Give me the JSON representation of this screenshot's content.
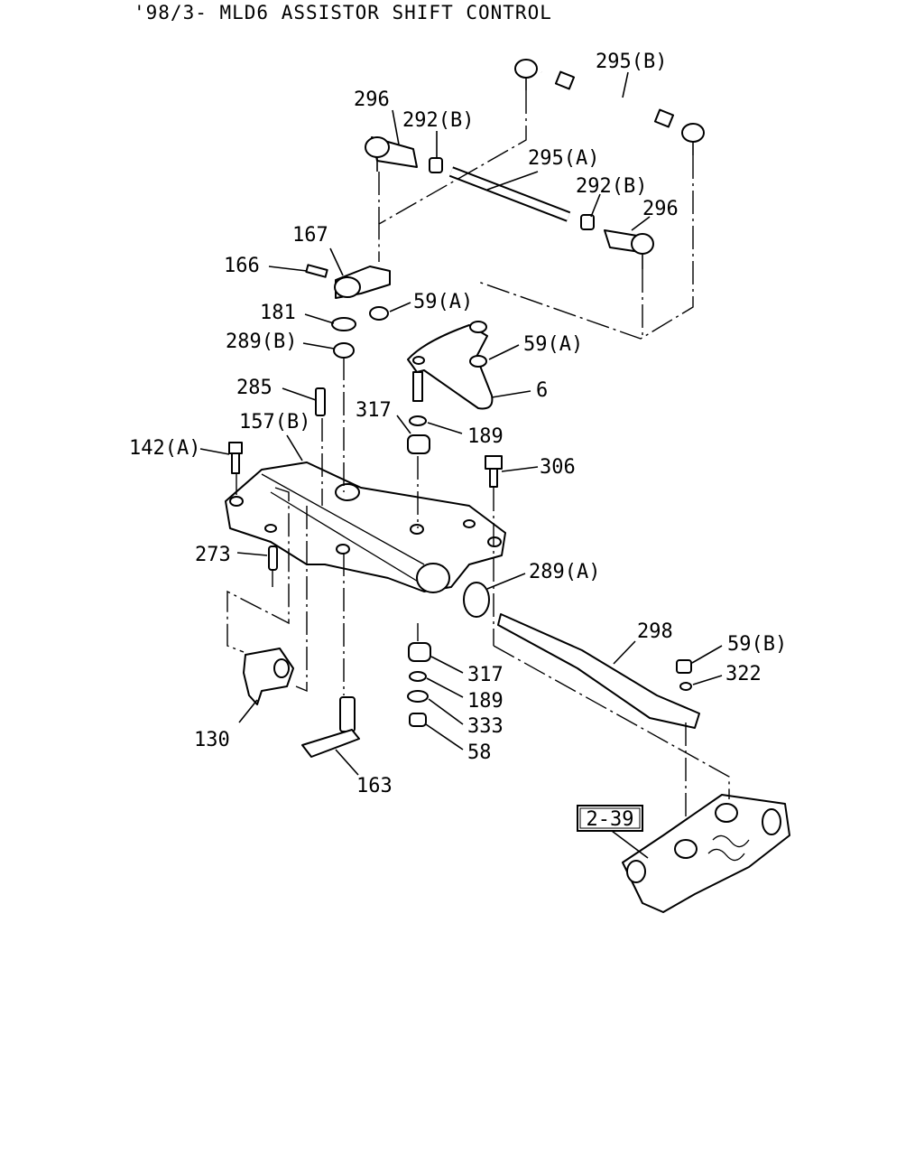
{
  "title": "'98/3- MLD6 ASSISTOR SHIFT CONTROL",
  "ref_box": "2-39",
  "labels": {
    "l295b": "295(B)",
    "l296a": "296",
    "l292ba": "292(B)",
    "l295a": "295(A)",
    "l292bb": "292(B)",
    "l296b": "296",
    "l167": "167",
    "l166": "166",
    "l59aa": "59(A)",
    "l181": "181",
    "l289b": "289(B)",
    "l59ab": "59(A)",
    "l6": "6",
    "l285": "285",
    "l317a": "317",
    "l189a": "189",
    "l157b": "157(B)",
    "l142a": "142(A)",
    "l306": "306",
    "l273": "273",
    "l289a": "289(A)",
    "l298": "298",
    "l59b": "59(B)",
    "l317b": "317",
    "l322": "322",
    "l189b": "189",
    "l333": "333",
    "l58": "58",
    "l130": "130",
    "l163": "163"
  }
}
